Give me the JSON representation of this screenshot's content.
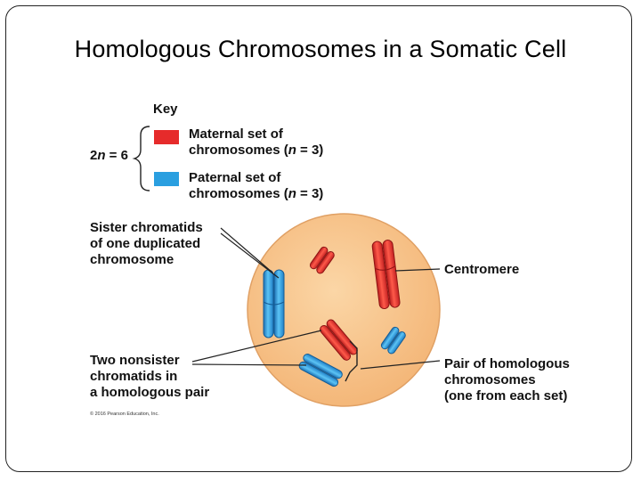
{
  "title": "Homologous Chromosomes in a Somatic Cell",
  "key": {
    "heading": "Key",
    "diploid_prefix": "2",
    "diploid_var": "n",
    "diploid_suffix": " = 6",
    "maternal_line1": "Maternal set of",
    "maternal_line2_prefix": "chromosomes (",
    "maternal_var": "n",
    "maternal_line2_suffix": " = 3)",
    "paternal_line1": "Paternal set of",
    "paternal_line2_prefix": "chromosomes (",
    "paternal_var": "n",
    "paternal_line2_suffix": " = 3)"
  },
  "labels": {
    "sister_line1": "Sister chromatids",
    "sister_line2": "of one duplicated",
    "sister_line3": "chromosome",
    "centromere": "Centromere",
    "nonsister_line1": "Two nonsister",
    "nonsister_line2": "chromatids in",
    "nonsister_line3": "a homologous pair",
    "pair_line1": "Pair of homologous",
    "pair_line2": "chromosomes",
    "pair_line3": "(one from each set)"
  },
  "copyright": "© 2016 Pearson Education, Inc.",
  "colors": {
    "maternal": "#e62b2b",
    "paternal": "#2a9fe0",
    "cell_fill": "#f7c288",
    "cell_edge": "#e7a766"
  }
}
